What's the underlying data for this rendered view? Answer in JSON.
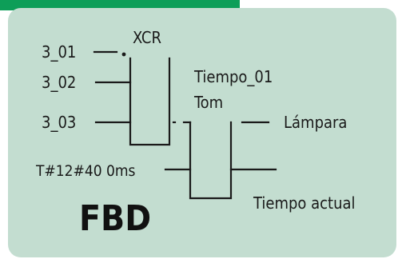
{
  "header": {
    "accent_color": "#0d9e58",
    "panel_color": "#c3ddd0"
  },
  "diagram": {
    "language": "FBD",
    "xcr_block": {
      "label": "XCR",
      "inputs": [
        "3_01",
        "3_02",
        "3_03"
      ]
    },
    "timer_block": {
      "instance": "Tiempo_01",
      "type": "Tom",
      "preset": "T#12#40 0ms",
      "output": "Lámpara",
      "elapsed": "Tiempo actual"
    }
  }
}
